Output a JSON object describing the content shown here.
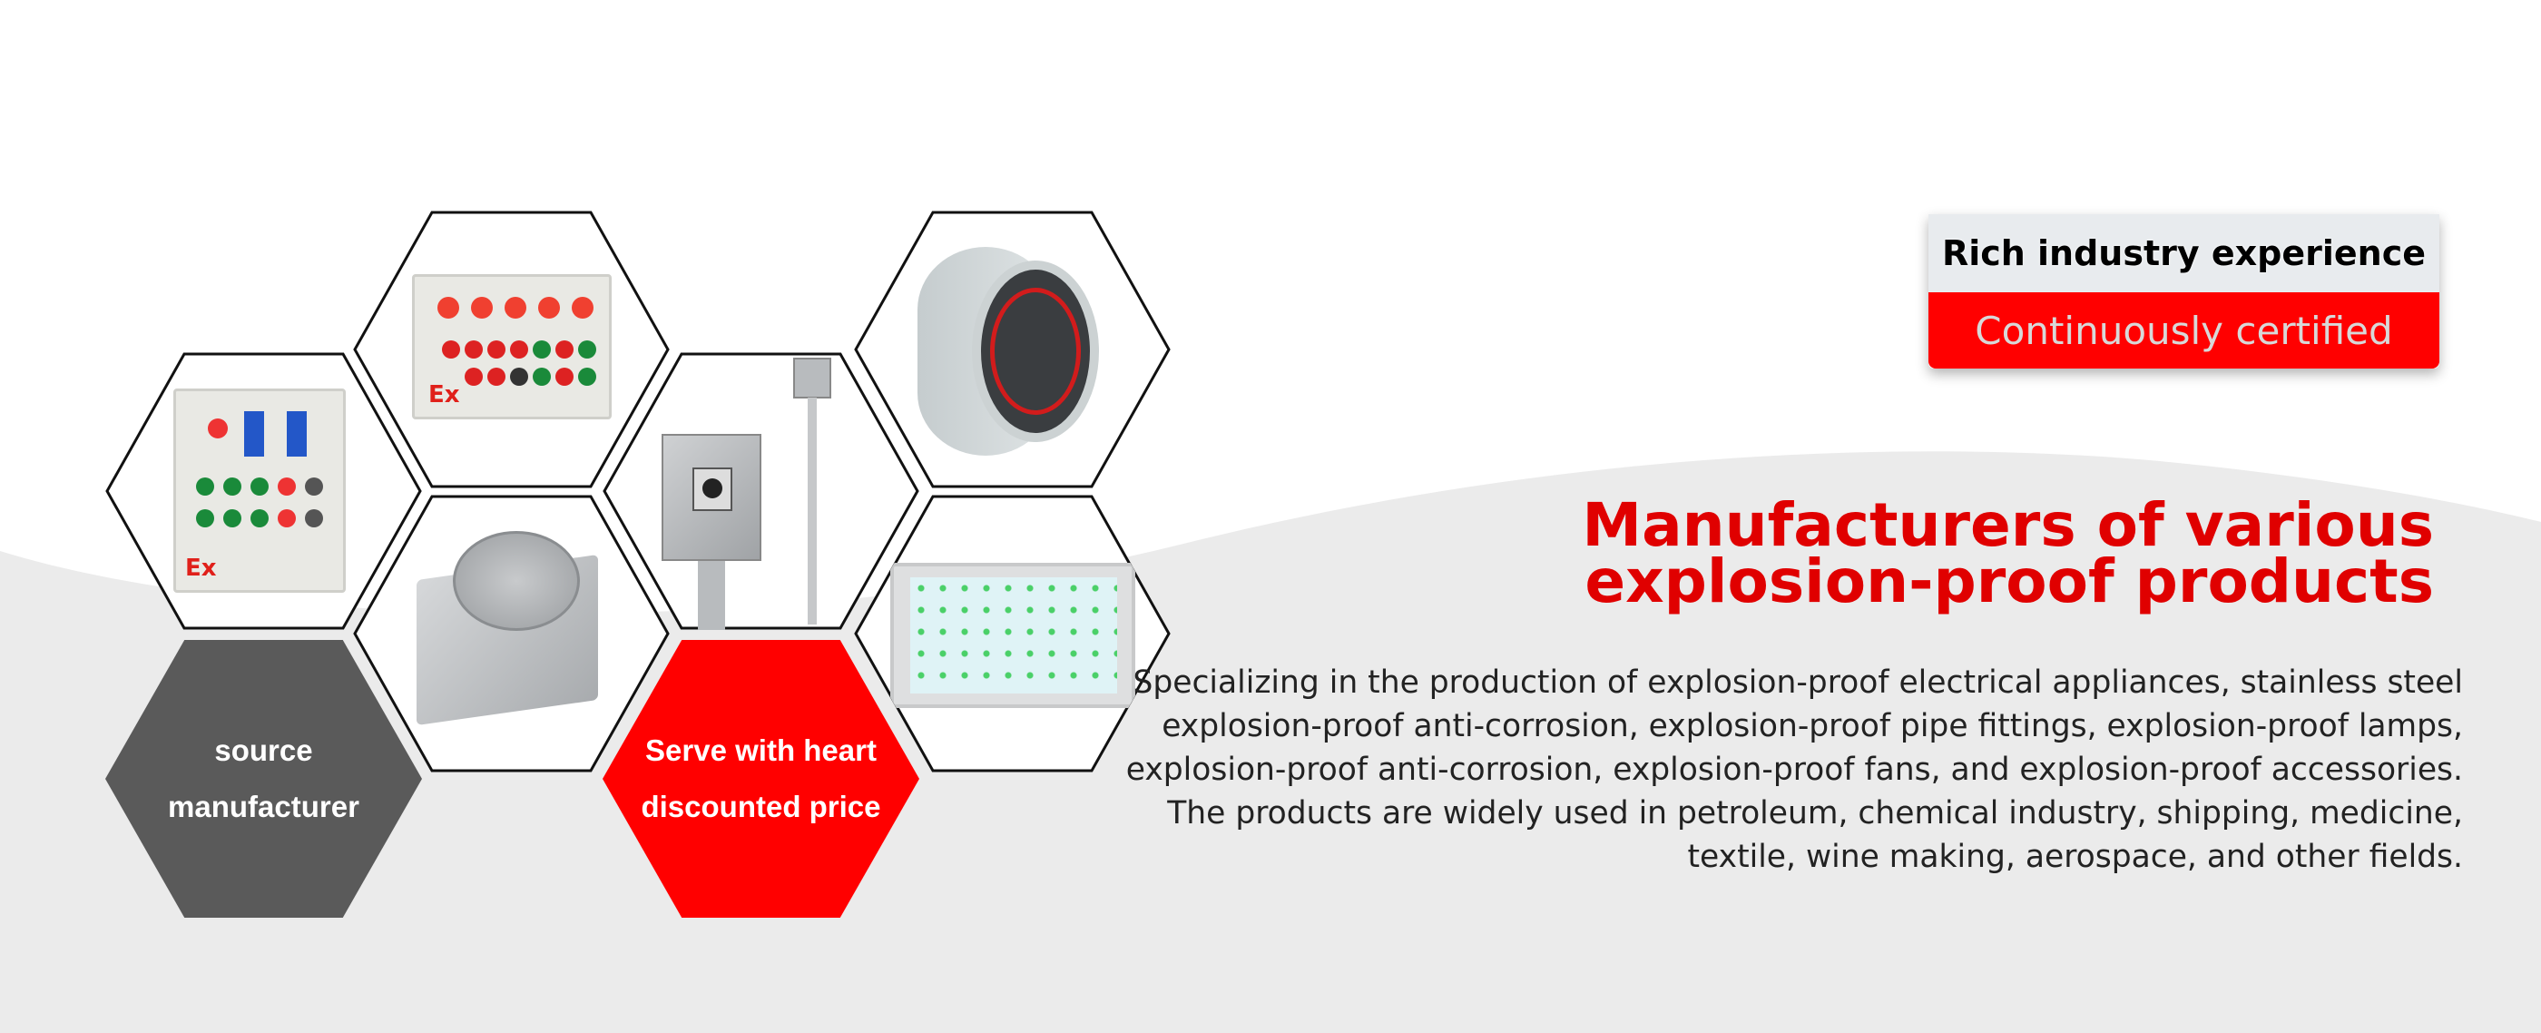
{
  "badge": {
    "line1": "Rich industry experience",
    "line2": "Continuously certified"
  },
  "headline": {
    "line1": "Manufacturers of various",
    "line2": "explosion-proof products"
  },
  "description": "Specializing in the production of explosion-proof electrical appliances, stainless steel explosion-proof anti-corrosion, explosion-proof pipe fittings, explosion-proof lamps, explosion-proof anti-corrosion, explosion-proof fans, and explosion-proof accessories. The products are widely used in petroleum, chemical industry, shipping, medicine, textile, wine making, aerospace, and other fields.",
  "hexes": {
    "source": {
      "line1": "source",
      "line2": "manufacturer"
    },
    "serve": {
      "line1": "Serve with heart",
      "line2": "discounted price"
    }
  },
  "products": {
    "ex_mark": "Ex"
  },
  "colors": {
    "red": "#ff0000",
    "dark_gray": "#5a5a5a",
    "light_gray": "#ebebeb"
  }
}
